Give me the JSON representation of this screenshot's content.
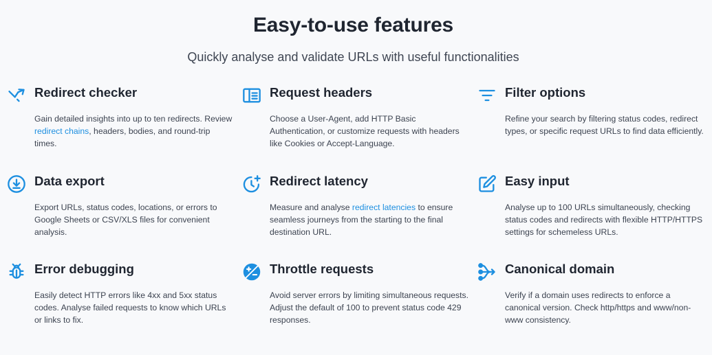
{
  "header": {
    "title": "Easy-to-use features",
    "subtitle": "Quickly analyse and validate URLs with useful functionalities"
  },
  "colors": {
    "accent": "#1d8fe0",
    "heading": "#1f2530",
    "body": "#3c4350",
    "background": "#f8f9fb"
  },
  "features": [
    {
      "icon": "split-arrow-icon",
      "title": "Redirect checker",
      "desc_before": "Gain detailed insights into up to ten redirects. Review ",
      "link": "redirect chains",
      "desc_after": ", headers, bodies, and round-trip times."
    },
    {
      "icon": "panel-list-icon",
      "title": "Request headers",
      "desc_before": "Choose a User-Agent, add HTTP Basic Authentication, or customize requests with headers like Cookies or Accept-Language.",
      "link": "",
      "desc_after": ""
    },
    {
      "icon": "filter-lines-icon",
      "title": "Filter options",
      "desc_before": "Refine your search by filtering status codes, redirect types, or specific request URLs to find data efficiently.",
      "link": "",
      "desc_after": ""
    },
    {
      "icon": "download-circle-icon",
      "title": "Data export",
      "desc_before": "Export URLs, status codes, locations, or errors to Google Sheets or CSV/XLS files for convenient analysis.",
      "link": "",
      "desc_after": ""
    },
    {
      "icon": "clock-plus-icon",
      "title": "Redirect latency",
      "desc_before": "Measure and analyse ",
      "link": "redirect latencies",
      "desc_after": " to ensure seamless journeys from the starting to the final destination URL."
    },
    {
      "icon": "edit-pencil-icon",
      "title": "Easy input",
      "desc_before": "Analyse up to 100 URLs simultaneously, checking status codes and redirects with flexible HTTP/HTTPS settings for schemeless URLs.",
      "link": "",
      "desc_after": ""
    },
    {
      "icon": "bug-icon",
      "title": "Error debugging",
      "desc_before": "Easily detect HTTP errors like 4xx and 5xx status codes. Analyse failed requests to know which URLs or links to fix.",
      "link": "",
      "desc_after": ""
    },
    {
      "icon": "plus-minus-circle-icon",
      "title": "Throttle requests",
      "desc_before": "Avoid server errors by limiting simultaneous requests. Adjust the default of 100 to prevent status code 429 responses.",
      "link": "",
      "desc_after": ""
    },
    {
      "icon": "merge-arrow-icon",
      "title": "Canonical domain",
      "desc_before": "Verify if a domain uses redirects to enforce a canonical version. Check http/https and www/non-www consistency.",
      "link": "",
      "desc_after": ""
    }
  ]
}
